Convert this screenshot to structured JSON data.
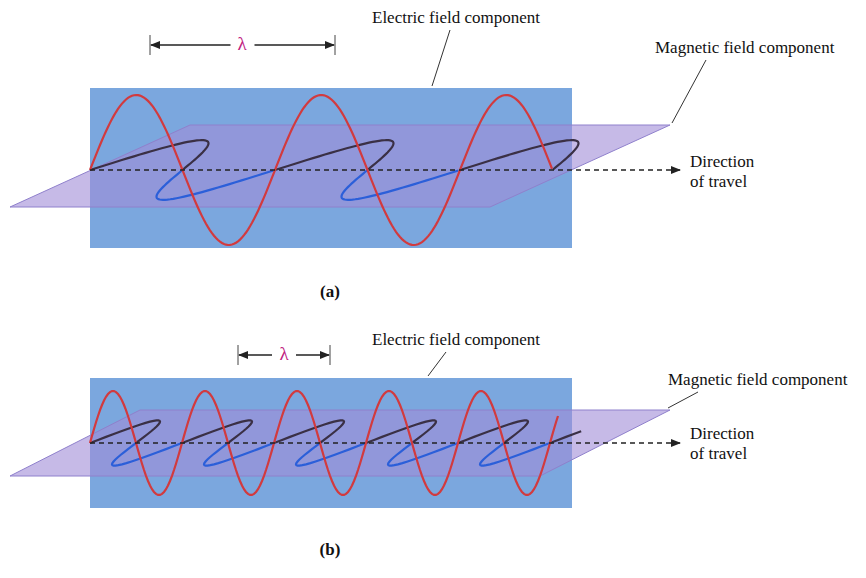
{
  "diagram": {
    "labels": [
      "λ",
      "Electric field component",
      "Magnetic field component",
      "Direction of travel",
      "(a)",
      "λ",
      "Electric field component",
      "Magnetic field component",
      "Direction of travel",
      "(b)"
    ]
  }
}
